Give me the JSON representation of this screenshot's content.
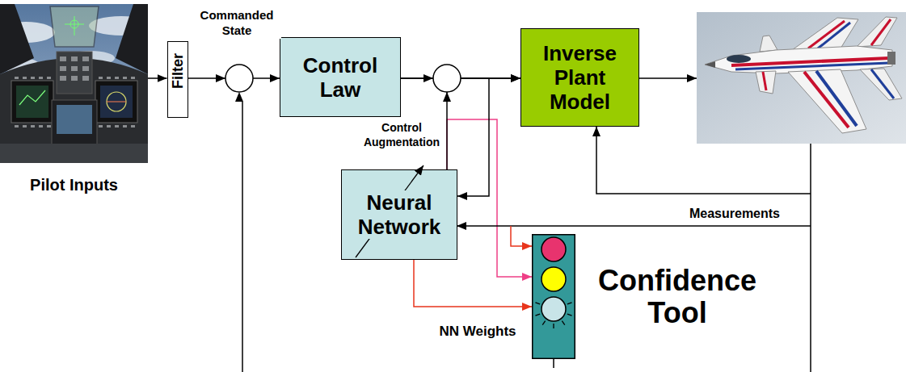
{
  "diagram": {
    "nodes": [
      {
        "text": [
          "Pilot Inputs"
        ]
      },
      {
        "text": [
          "Filter"
        ]
      },
      {
        "text": [
          "Control Law"
        ]
      },
      {
        "text": [
          "Inverse Plant Model"
        ]
      },
      {
        "text": [
          "Neural Network"
        ]
      },
      {
        "text": [
          "Confidence Tool"
        ]
      }
    ],
    "edges": [
      {
        "from": 0,
        "to": 1,
        "arrow": "to"
      },
      {
        "from": 1,
        "to": 2,
        "label": "Commanded State",
        "arrow": "to"
      },
      {
        "from": 2,
        "to": 3,
        "arrow": "to"
      },
      {
        "from": 2,
        "to": 4,
        "arrow": "to"
      },
      {
        "from": 4,
        "to": 3,
        "label": "Control Augmentation",
        "arrow": "to"
      },
      {
        "from": 4,
        "to": 5,
        "label": "NN Weights",
        "arrow": "to"
      },
      {
        "from": 4,
        "to": 5,
        "arrow": "to"
      }
    ],
    "labels": [
      "Measurements"
    ]
  }
}
